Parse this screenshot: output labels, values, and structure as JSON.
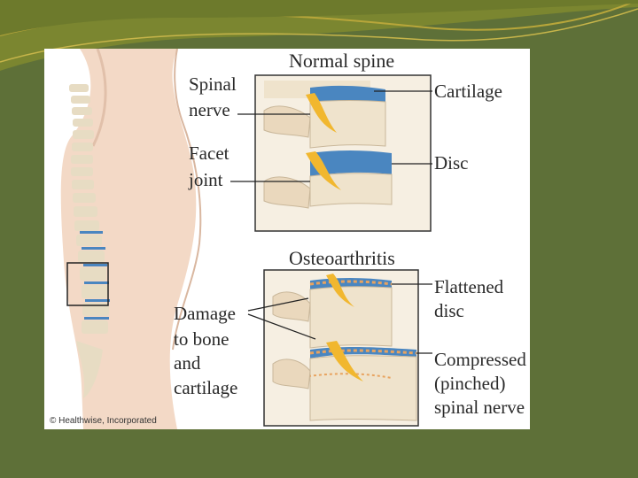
{
  "slide": {
    "accent_color": "#8f8a2a",
    "background_color": "#5e7038"
  },
  "figure": {
    "normal_panel": {
      "heading": "Normal spine",
      "labels": {
        "spinal_nerve": [
          "Spinal",
          "nerve"
        ],
        "facet_joint": [
          "Facet",
          "joint"
        ],
        "cartilage": "Cartilage",
        "disc": "Disc"
      }
    },
    "osteo_panel": {
      "heading": "Osteoarthritis",
      "labels": {
        "flattened_disc": [
          "Flattened",
          "disc"
        ],
        "damage": [
          "Damage",
          "to bone",
          "and",
          "cartilage"
        ],
        "compressed_nerve": [
          "Compressed",
          "(pinched)",
          "spinal nerve"
        ]
      }
    },
    "credit": "© Healthwise, Incorporated",
    "colors": {
      "bone": "#efe3cc",
      "disc_blue": "#4a86c0",
      "nerve_yellow": "#f1b72f",
      "damage_orange": "#e8a35f"
    }
  }
}
